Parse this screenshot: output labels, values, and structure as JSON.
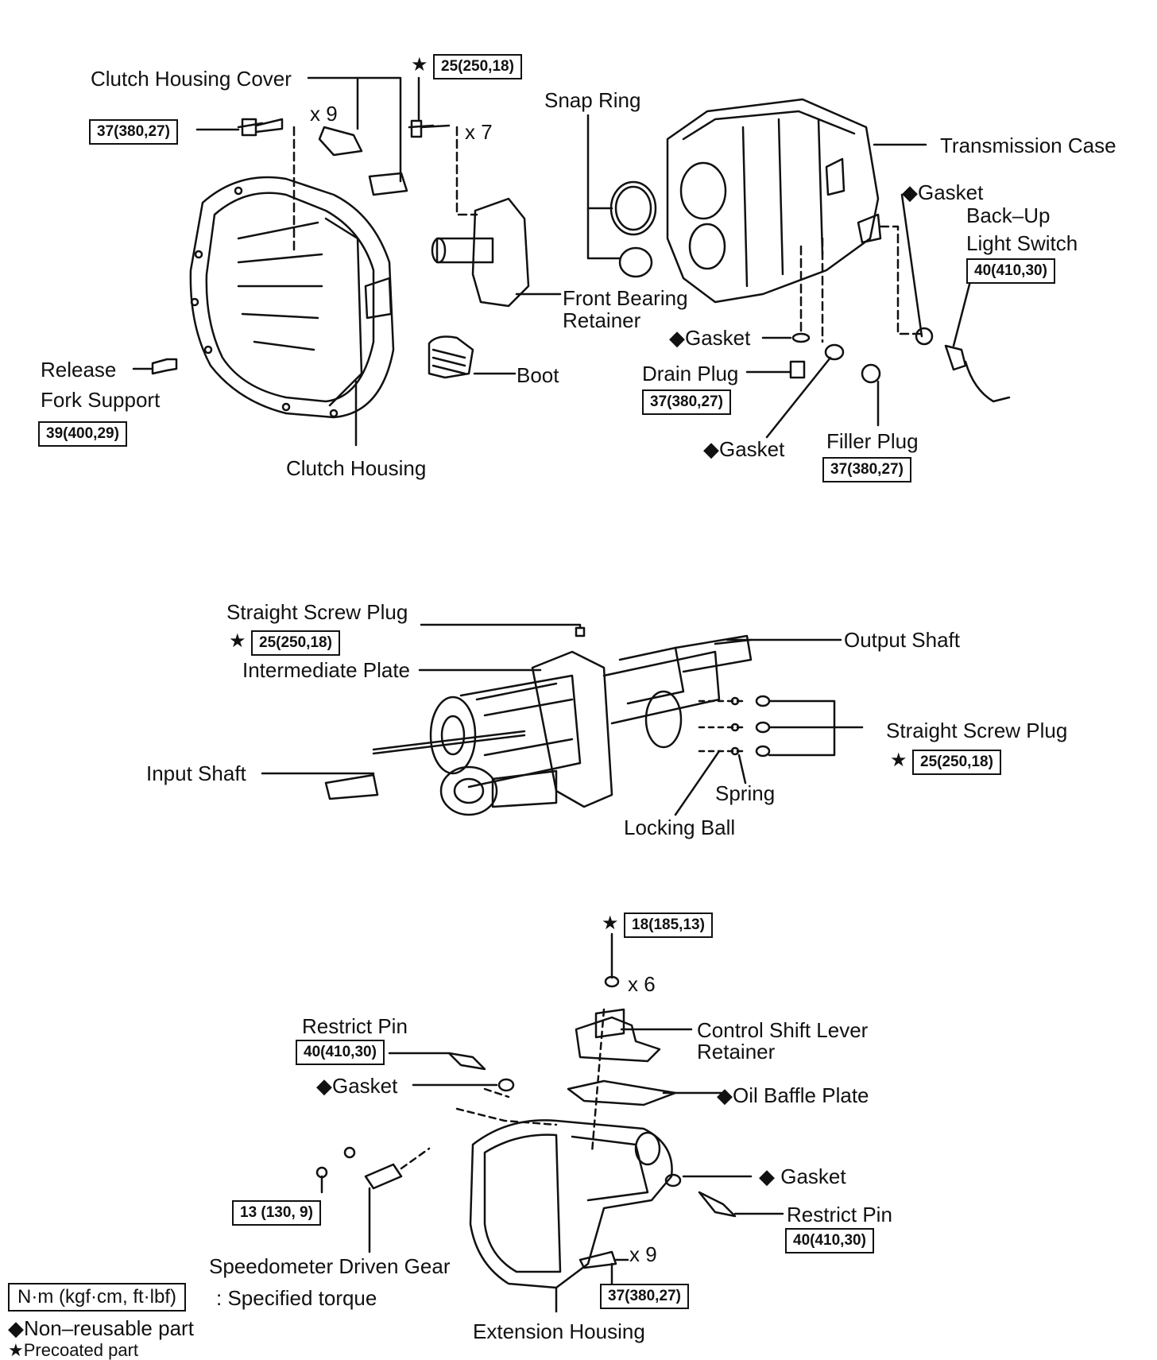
{
  "section1": {
    "clutch_housing_cover": "Clutch Housing Cover",
    "x9": "x 9",
    "x7": "x 7",
    "torque_cover_bolt": "37(380,27)",
    "torque_top_bolt": "25(250,18)",
    "snap_ring": "Snap Ring",
    "transmission_case": "Transmission Case",
    "gasket_backup": "◆Gasket",
    "backup_light_switch_1": "Back–Up",
    "backup_light_switch_2": "Light Switch",
    "torque_backup": "40(410,30)",
    "front_bearing_retainer_1": "Front Bearing",
    "front_bearing_retainer_2": "Retainer",
    "gasket_drain": "◆Gasket",
    "drain_plug": "Drain Plug",
    "torque_drain": "37(380,27)",
    "release_fork_support_1": "Release",
    "release_fork_support_2": "Fork Support",
    "torque_release": "39(400,29)",
    "boot": "Boot",
    "gasket_filler": "◆Gasket",
    "filler_plug": "Filler Plug",
    "torque_filler": "37(380,27)",
    "clutch_housing": "Clutch Housing"
  },
  "section2": {
    "straight_screw_plug_top": "Straight Screw Plug",
    "torque_plug_top": "25(250,18)",
    "intermediate_plate": "Intermediate Plate",
    "output_shaft": "Output Shaft",
    "straight_screw_plug_right": "Straight Screw Plug",
    "torque_plug_right": "25(250,18)",
    "input_shaft": "Input Shaft",
    "spring": "Spring",
    "locking_ball": "Locking Ball"
  },
  "section3": {
    "torque_top": "18(185,13)",
    "x6": "x 6",
    "control_shift_lever_retainer_1": "Control Shift Lever",
    "control_shift_lever_retainer_2": "Retainer",
    "restrict_pin_left": "Restrict Pin",
    "torque_restrict_left": "40(410,30)",
    "gasket_left": "◆Gasket",
    "oil_baffle_plate": "◆Oil Baffle Plate",
    "gasket_right": "◆ Gasket",
    "restrict_pin_right": "Restrict Pin",
    "torque_restrict_right": "40(410,30)",
    "torque_speedo": "13 (130, 9)",
    "speedometer_driven_gear": "Speedometer Driven Gear",
    "x9": "x 9",
    "torque_ext": "37(380,27)",
    "extension_housing": "Extension Housing"
  },
  "legend": {
    "unit_box": "N·m (kgf·cm, ft·lbf)",
    "unit_text": ": Specified torque",
    "non_reusable": "◆Non–reusable part",
    "precoated": "★Precoated part"
  },
  "symbols": {
    "star": "★",
    "diamond": "◆"
  }
}
